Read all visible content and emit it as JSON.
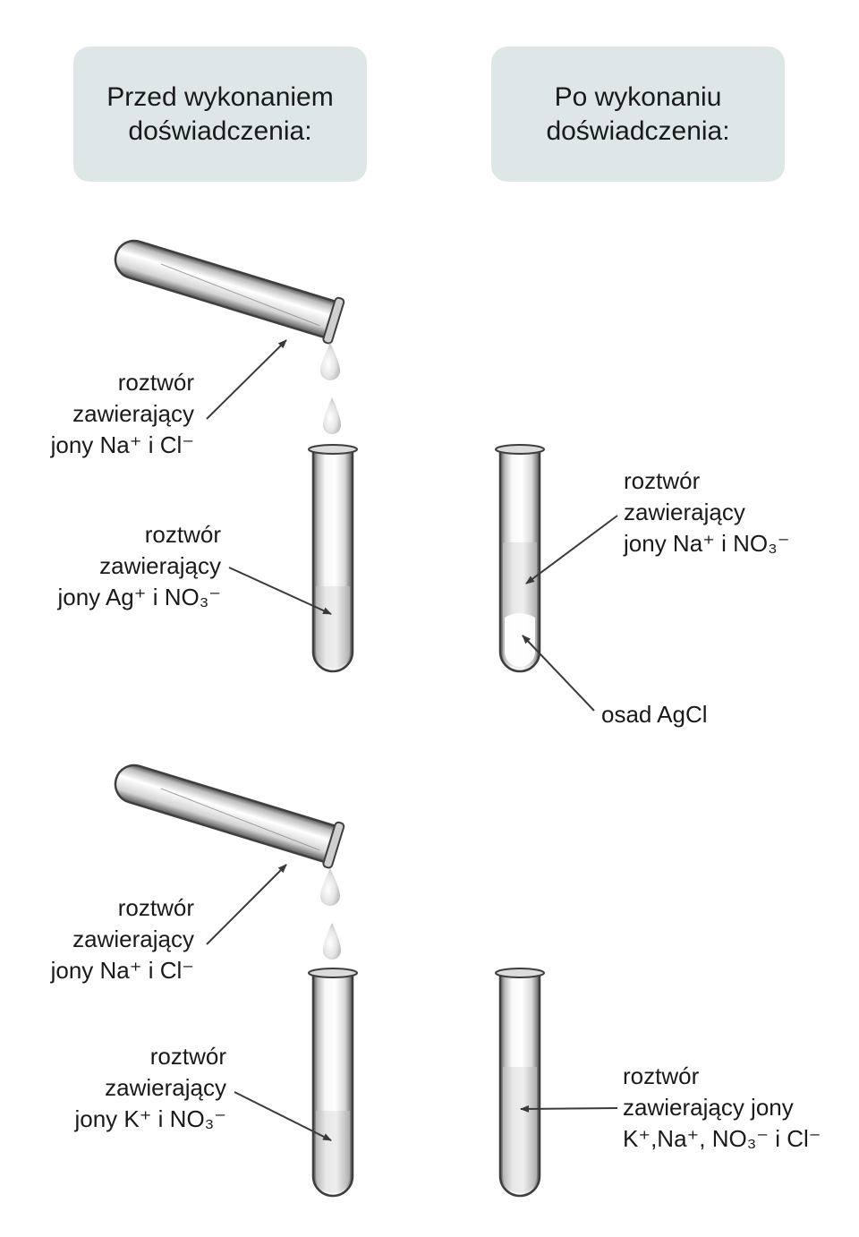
{
  "headers": {
    "before": [
      "Przed wykonaniem",
      "doświadczenia:"
    ],
    "after": [
      "Po wykonaniu",
      "doświadczenia:"
    ]
  },
  "experiment1": {
    "pour_label": [
      "roztwór",
      "zawierający",
      "jony Na⁺ i Cl⁻"
    ],
    "tube_label": [
      "roztwór",
      "zawierający",
      "jony Ag⁺ i NO₃⁻"
    ],
    "result_solution_label": [
      "roztwór",
      "zawierający",
      "jony Na⁺ i NO₃⁻"
    ],
    "precipitate_label": "osad AgCl"
  },
  "experiment2": {
    "pour_label": [
      "roztwór",
      "zawierający",
      "jony Na⁺ i Cl⁻"
    ],
    "tube_label": [
      "roztwór",
      "zawierający",
      "jony K⁺ i NO₃⁻"
    ],
    "result_solution_label": [
      "roztwór",
      "zawierający jony",
      "K⁺,Na⁺, NO₃⁻ i Cl⁻"
    ]
  }
}
